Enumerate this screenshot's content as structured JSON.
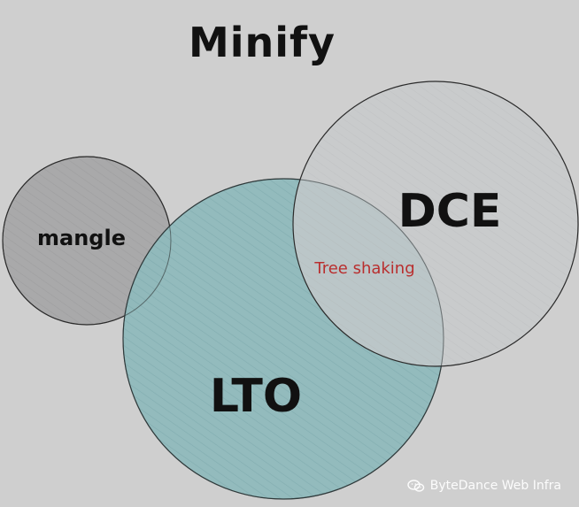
{
  "title": "Minify",
  "circles": [
    {
      "id": "mangle",
      "label": "mangle"
    },
    {
      "id": "lto",
      "label": "LTO"
    },
    {
      "id": "dce",
      "label": "DCE"
    }
  ],
  "overlap_label": "Tree shaking",
  "watermark": {
    "text": "ByteDance Web Infra",
    "icon": "wechat-icon"
  },
  "colors": {
    "background": "#cfcfcf",
    "mangle_fill": "#a6a7a8",
    "lto_fill": "#8fb9bc",
    "dce_fill": "#c7c9cb",
    "overlap_text": "#b92e2e",
    "outline": "#2b2b2b"
  }
}
